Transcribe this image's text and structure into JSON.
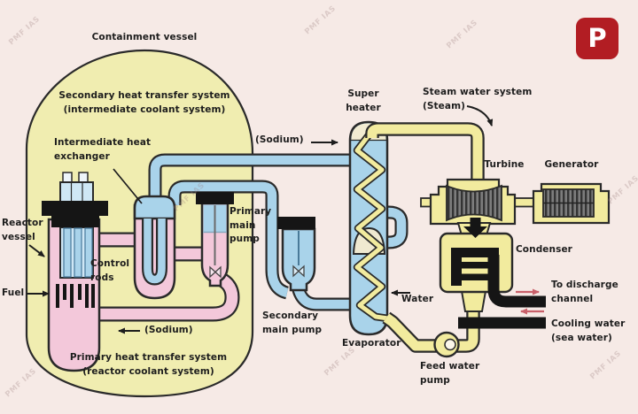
{
  "watermark": "PMF IAS",
  "logo": {
    "letter": "P"
  },
  "labels": {
    "containment_vessel": "Containment vessel",
    "secondary_system_line1": "Secondary heat transfer system",
    "secondary_system_line2": "(intermediate coolant system)",
    "ihx_line1": "Intermediate heat",
    "ihx_line2": "exchanger",
    "sodium_top": "(Sodium)",
    "sodium_bottom": "(Sodium)",
    "reactor_vessel_line1": "Reactor",
    "reactor_vessel_line2": "vessel",
    "fuel": "Fuel",
    "control_rods_line1": "Control",
    "control_rods_line2": "rods",
    "primary_pump_line1": "Primary",
    "primary_pump_line2": "main",
    "primary_pump_line3": "pump",
    "secondary_pump_line1": "Secondary",
    "secondary_pump_line2": "main pump",
    "primary_system_line1": "Primary heat transfer system",
    "primary_system_line2": "(reactor coolant system)",
    "super_heater_line1": "Super",
    "super_heater_line2": "heater",
    "steam_system_line1": "Steam water system",
    "steam_system_line2": "(Steam)",
    "turbine": "Turbine",
    "generator": "Generator",
    "condenser": "Condenser",
    "water": "Water",
    "evaporator": "Evaporator",
    "feed_pump_line1": "Feed water",
    "feed_pump_line2": "pump",
    "discharge_line1": "To discharge",
    "discharge_line2": "channel",
    "cooling_line1": "Cooling water",
    "cooling_line2": "(sea water)"
  },
  "colors": {
    "background": "#f6eae6",
    "containment_fill": "#f0edb0",
    "primary_sodium_pink": "#f3c8da",
    "secondary_sodium_blue": "#a9d3ea",
    "steam_water_yellow": "#f2eb9e",
    "outline_dark": "#2a2a2a",
    "pipe_black": "#151515",
    "logo_red": "#b21d23",
    "flow_arrow_red": "#c9606a"
  }
}
